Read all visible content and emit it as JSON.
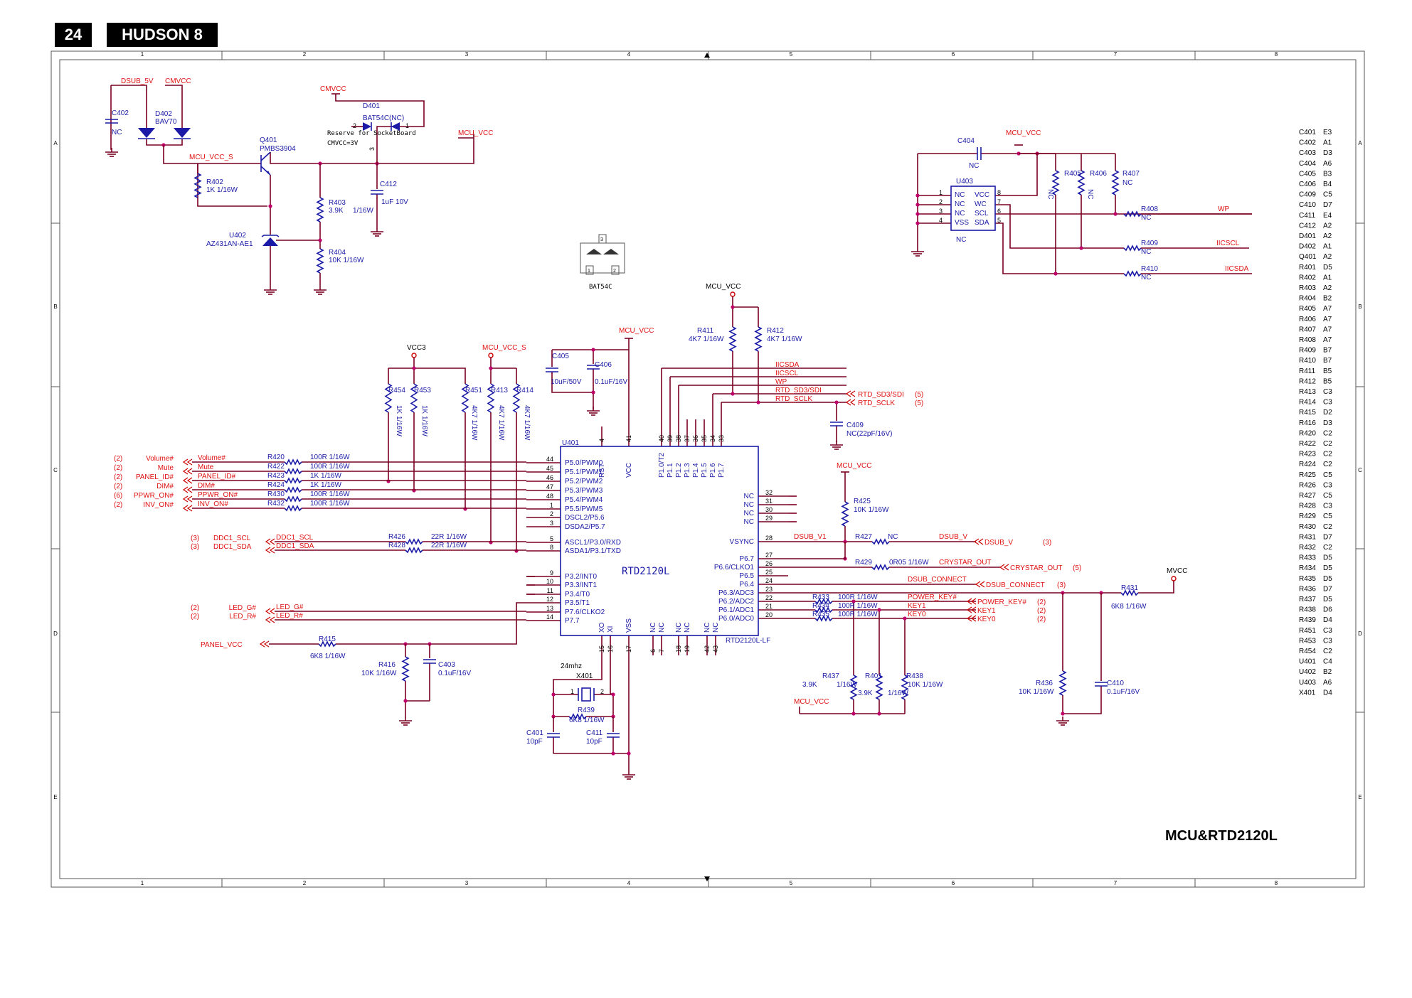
{
  "header": {
    "page_number": "24",
    "title": "HUDSON 8"
  },
  "sheet_title": "MCU&RTD2120L",
  "grid": {
    "columns": [
      "1",
      "2",
      "3",
      "4",
      "5",
      "6",
      "7",
      "8"
    ],
    "rows": [
      "A",
      "B",
      "C",
      "D",
      "E"
    ]
  },
  "ic_main": {
    "ref": "U401",
    "name": "RTD2120L",
    "part": "RTD2120L-LF",
    "left_pins": [
      {
        "num": "44",
        "name": "P5.0/PWM0"
      },
      {
        "num": "45",
        "name": "P5.1/PWM1"
      },
      {
        "num": "46",
        "name": "P5.2/PWM2"
      },
      {
        "num": "47",
        "name": "P5.3/PWM3"
      },
      {
        "num": "48",
        "name": "P5.4/PWM4"
      },
      {
        "num": "1",
        "name": "P5.5/PWM5"
      },
      {
        "num": "2",
        "name": "DSCL2/P5.6"
      },
      {
        "num": "3",
        "name": "DSDA2/P5.7"
      },
      {
        "num": "5",
        "name": "ASCL1/P3.0/RXD"
      },
      {
        "num": "8",
        "name": "ASDA1/P3.1/TXD"
      },
      {
        "num": "9",
        "name": "P3.2/INT0"
      },
      {
        "num": "10",
        "name": "P3.3/INT1"
      },
      {
        "num": "11",
        "name": "P3.4/T0"
      },
      {
        "num": "12",
        "name": "P3.5/T1"
      },
      {
        "num": "13",
        "name": "P7.6/CLKO2"
      },
      {
        "num": "14",
        "name": "P7.7"
      }
    ],
    "right_pins": [
      {
        "num": "32",
        "name": "NC"
      },
      {
        "num": "31",
        "name": "NC"
      },
      {
        "num": "30",
        "name": "NC"
      },
      {
        "num": "29",
        "name": "NC"
      },
      {
        "num": "28",
        "name": "VSYNC"
      },
      {
        "num": "27",
        "name": "P6.7"
      },
      {
        "num": "26",
        "name": "P6.6/CLKO1"
      },
      {
        "num": "25",
        "name": "P6.5"
      },
      {
        "num": "24",
        "name": "P6.4"
      },
      {
        "num": "23",
        "name": "P6.3/ADC3"
      },
      {
        "num": "22",
        "name": "P6.2/ADC2"
      },
      {
        "num": "21",
        "name": "P6.1/ADC1"
      },
      {
        "num": "20",
        "name": "P6.0/ADC0"
      }
    ],
    "top_pins": [
      {
        "num": "4",
        "name": "RST"
      },
      {
        "num": "41",
        "name": "VCC"
      },
      {
        "num": "40",
        "name": "P1.0/T2"
      },
      {
        "num": "39",
        "name": "P1.1"
      },
      {
        "num": "38",
        "name": "P1.2"
      },
      {
        "num": "37",
        "name": "P1.3"
      },
      {
        "num": "36",
        "name": "P1.4"
      },
      {
        "num": "35",
        "name": "P1.5"
      },
      {
        "num": "34",
        "name": "P1.6"
      },
      {
        "num": "33",
        "name": "P1.7"
      }
    ],
    "bottom_pins": [
      {
        "num": "15",
        "name": "XO"
      },
      {
        "num": "16",
        "name": "XI"
      },
      {
        "num": "17",
        "name": "VSS"
      },
      {
        "num": "6",
        "name": "NC"
      },
      {
        "num": "7",
        "name": "NC"
      },
      {
        "num": "18",
        "name": "NC"
      },
      {
        "num": "19",
        "name": "NC"
      },
      {
        "num": "42",
        "name": "NC"
      },
      {
        "num": "43",
        "name": "NC"
      }
    ]
  },
  "ic_eeprom": {
    "ref": "U403",
    "value": "NC",
    "pins": [
      {
        "num": "1",
        "name": "NC"
      },
      {
        "num": "2",
        "name": "NC"
      },
      {
        "num": "3",
        "name": "NC"
      },
      {
        "num": "4",
        "name": "VSS"
      },
      {
        "num": "8",
        "name": "VCC"
      },
      {
        "num": "7",
        "name": "WC"
      },
      {
        "num": "6",
        "name": "SCL"
      },
      {
        "num": "5",
        "name": "SDA"
      }
    ]
  },
  "bat54c_symbol": {
    "label": "BAT54C",
    "pins": [
      "3",
      "1",
      "2"
    ]
  },
  "power_nets": {
    "dsub_5v": "DSUB_5V",
    "cmvcc": "CMVCC",
    "mcu_vcc": "MCU_VCC",
    "mcu_vcc_s": "MCU_VCC_S",
    "vcc3": "VCC3",
    "mvcc": "MVCC",
    "panel_vcc": "PANEL_VCC"
  },
  "top_section": {
    "c402": {
      "ref": "C402",
      "value": "NC"
    },
    "d402": {
      "ref": "D402",
      "value": "BAV70"
    },
    "d401": {
      "ref": "D401",
      "value": "BAT54C(NC)",
      "pins": [
        "2",
        "1",
        "3"
      ],
      "note1": "Reserve for SocketBoard",
      "note2": "CMVCC=3V"
    },
    "q401": {
      "ref": "Q401",
      "value": "PMBS3904"
    },
    "r402": {
      "ref": "R402",
      "value": "1K 1/16W"
    },
    "r403": {
      "ref": "R403",
      "value": "3.9K",
      "extra": "1/16W"
    },
    "r404": {
      "ref": "R404",
      "value": "10K 1/16W"
    },
    "c412": {
      "ref": "C412",
      "value": "1uF 10V"
    },
    "u402": {
      "ref": "U402",
      "value": "AZ431AN-AE1"
    }
  },
  "eeprom_section": {
    "c404": {
      "ref": "C404",
      "value": "NC"
    },
    "r405": {
      "ref": "R405",
      "value": "NC"
    },
    "r406": {
      "ref": "R406",
      "value": "NC"
    },
    "r407": {
      "ref": "R407",
      "value": "NC"
    },
    "r408": {
      "ref": "R408",
      "value": "NC",
      "net": "WP"
    },
    "r409": {
      "ref": "R409",
      "value": "NC",
      "net": "IICSCL"
    },
    "r410": {
      "ref": "R410",
      "value": "NC",
      "net": "IICSDA"
    }
  },
  "middle_parts": {
    "c405": {
      "ref": "C405",
      "value": "10uF/50V"
    },
    "c406": {
      "ref": "C406",
      "value": "0.1uF/16V"
    },
    "r411": {
      "ref": "R411",
      "value": "4K7 1/16W"
    },
    "r412": {
      "ref": "R412",
      "value": "4K7 1/16W"
    },
    "r454": {
      "ref": "R454",
      "value": "1K 1/16W"
    },
    "r453": {
      "ref": "R453",
      "value": "1K 1/16W"
    },
    "r451": {
      "ref": "R451",
      "value": "4K7 1/16W"
    },
    "r413": {
      "ref": "R413",
      "value": "4K7 1/16W"
    },
    "r414": {
      "ref": "R414",
      "value": "4K7 1/16W"
    },
    "c409": {
      "ref": "C409",
      "value": "NC(22pF/16V)"
    }
  },
  "top_bus": {
    "nets": [
      "IICSDA",
      "IICSCL",
      "WP",
      "RTD_SD3/SDI",
      "RTD_SCLK"
    ],
    "ports": [
      "RTD_SD3/SDI",
      "RTD_SCLK"
    ],
    "port_ref": "(5)"
  },
  "left_ports": [
    {
      "ref": "(2)",
      "port": "Volume#",
      "net": "Volume#",
      "res": "R420",
      "val": "100R 1/16W"
    },
    {
      "ref": "(2)",
      "port": "Mute",
      "net": "Mute",
      "res": "R422",
      "val": "100R 1/16W"
    },
    {
      "ref": "(2)",
      "port": "PANEL_ID#",
      "net": "PANEL_ID#",
      "res": "R423",
      "val": "1K 1/16W"
    },
    {
      "ref": "(2)",
      "port": "DIM#",
      "net": "DIM#",
      "res": "R424",
      "val": "1K 1/16W"
    },
    {
      "ref": "(6)",
      "port": "PPWR_ON#",
      "net": "PPWR_ON#",
      "res": "R430",
      "val": "100R 1/16W"
    },
    {
      "ref": "(2)",
      "port": "INV_ON#",
      "net": "INV_ON#",
      "res": "R432",
      "val": "100R 1/16W"
    }
  ],
  "ddc_ports": [
    {
      "ref": "(3)",
      "port": "DDC1_SCL",
      "net": "DDC1_SCL",
      "res": "R426",
      "val": "22R 1/16W"
    },
    {
      "ref": "(3)",
      "port": "DDC1_SDA",
      "net": "DDC1_SDA",
      "res": "R428",
      "val": "22R 1/16W"
    }
  ],
  "led_ports": [
    {
      "ref": "(2)",
      "port": "LED_G#",
      "net": "LED_G#"
    },
    {
      "ref": "(2)",
      "port": "LED_R#",
      "net": "LED_R#"
    }
  ],
  "panel_section": {
    "r415": {
      "ref": "R415",
      "value": "6K8 1/16W"
    },
    "r416": {
      "ref": "R416",
      "value": "10K 1/16W"
    },
    "c403": {
      "ref": "C403",
      "value": "0.1uF/16V"
    }
  },
  "crystal_section": {
    "x401": {
      "ref": "X401",
      "value": "24mhz",
      "pins": [
        "1",
        "2"
      ]
    },
    "r439": {
      "ref": "R439",
      "value": "6K8 1/16W"
    },
    "c401": {
      "ref": "C401",
      "value": "10pF"
    },
    "c411": {
      "ref": "C411",
      "value": "10pF"
    }
  },
  "right_section": {
    "r425": {
      "ref": "R425",
      "value": "10K 1/16W"
    },
    "r427": {
      "ref": "R427",
      "value": "NC",
      "net": "DSUB_V1",
      "port": "DSUB_V",
      "port_ref": "(3)"
    },
    "r429": {
      "ref": "R429",
      "value": "0R05 1/16W",
      "net": "CRYSTAR_OUT",
      "port": "CRYSTAR_OUT",
      "port_ref": "(5)"
    },
    "dsub_connect": {
      "net": "DSUB_CONNECT",
      "port": "DSUB_CONNECT",
      "port_ref": "(3)"
    },
    "r431": {
      "ref": "R431",
      "value": "6K8 1/16W"
    },
    "r433": {
      "ref": "R433",
      "value": "100R 1/16W",
      "net": "POWER_KEY#",
      "port": "POWER_KEY#",
      "port_ref": "(2)"
    },
    "r434": {
      "ref": "R434",
      "value": "100R 1/16W",
      "net": "KEY1",
      "port": "KEY1",
      "port_ref": "(2)"
    },
    "r435": {
      "ref": "R435",
      "value": "100R 1/16W",
      "net": "KEY0",
      "port": "KEY0",
      "port_ref": "(2)"
    },
    "r437": {
      "ref": "R437",
      "value": "3.9K",
      "extra": "1/16W"
    },
    "r401": {
      "ref": "R401",
      "value": "3.9K",
      "extra": "1/16W"
    },
    "r438": {
      "ref": "R438",
      "value": "10K 1/16W"
    },
    "r436": {
      "ref": "R436",
      "value": "10K 1/16W"
    },
    "c410": {
      "ref": "C410",
      "value": "0.1uF/16V"
    }
  },
  "ref_table": [
    [
      "C401",
      "E3"
    ],
    [
      "C402",
      "A1"
    ],
    [
      "C403",
      "D3"
    ],
    [
      "C404",
      "A6"
    ],
    [
      "C405",
      "B3"
    ],
    [
      "C406",
      "B4"
    ],
    [
      "C409",
      "C5"
    ],
    [
      "C410",
      "D7"
    ],
    [
      "C411",
      "E4"
    ],
    [
      "C412",
      "A2"
    ],
    [
      "D401",
      "A2"
    ],
    [
      "D402",
      "A1"
    ],
    [
      "Q401",
      "A2"
    ],
    [
      "R401",
      "D5"
    ],
    [
      "R402",
      "A1"
    ],
    [
      "R403",
      "A2"
    ],
    [
      "R404",
      "B2"
    ],
    [
      "R405",
      "A7"
    ],
    [
      "R406",
      "A7"
    ],
    [
      "R407",
      "A7"
    ],
    [
      "R408",
      "A7"
    ],
    [
      "R409",
      "B7"
    ],
    [
      "R410",
      "B7"
    ],
    [
      "R411",
      "B5"
    ],
    [
      "R412",
      "B5"
    ],
    [
      "R413",
      "C3"
    ],
    [
      "R414",
      "C3"
    ],
    [
      "R415",
      "D2"
    ],
    [
      "R416",
      "D3"
    ],
    [
      "R420",
      "C2"
    ],
    [
      "R422",
      "C2"
    ],
    [
      "R423",
      "C2"
    ],
    [
      "R424",
      "C2"
    ],
    [
      "R425",
      "C5"
    ],
    [
      "R426",
      "C3"
    ],
    [
      "R427",
      "C5"
    ],
    [
      "R428",
      "C3"
    ],
    [
      "R429",
      "C5"
    ],
    [
      "R430",
      "C2"
    ],
    [
      "R431",
      "D7"
    ],
    [
      "R432",
      "C2"
    ],
    [
      "R433",
      "D5"
    ],
    [
      "R434",
      "D5"
    ],
    [
      "R435",
      "D5"
    ],
    [
      "R436",
      "D7"
    ],
    [
      "R437",
      "D5"
    ],
    [
      "R438",
      "D6"
    ],
    [
      "R439",
      "D4"
    ],
    [
      "R451",
      "C3"
    ],
    [
      "R453",
      "C3"
    ],
    [
      "R454",
      "C2"
    ],
    [
      "U401",
      "C4"
    ],
    [
      "U402",
      "B2"
    ],
    [
      "U403",
      "A6"
    ],
    [
      "X401",
      "D4"
    ]
  ]
}
